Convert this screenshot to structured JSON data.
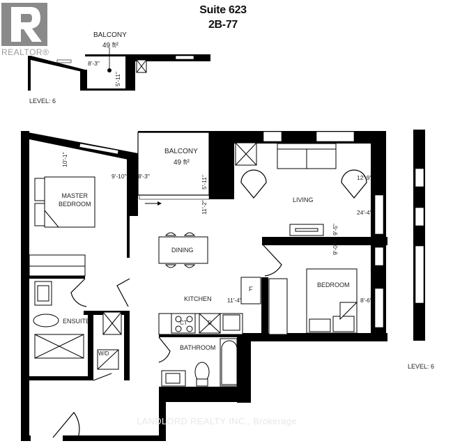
{
  "header": {
    "suite": "Suite 623",
    "unit_type": "2B-77"
  },
  "logo": {
    "name": "REALTOR",
    "text": "REALTOR®"
  },
  "key_plan": {
    "balcony_label": "BALCONY",
    "balcony_area": "49 ft²",
    "dim_width": "8'-3\"",
    "dim_depth": "5'-11\"",
    "level": "LEVEL: 6"
  },
  "floor_plan": {
    "level": "LEVEL: 6",
    "rooms": [
      {
        "id": "balcony",
        "label": "BALCONY",
        "area": "49 ft²"
      },
      {
        "id": "master-bedroom",
        "label": "MASTER\nBEDROOM"
      },
      {
        "id": "living",
        "label": "LIVING"
      },
      {
        "id": "dining",
        "label": "DINING"
      },
      {
        "id": "kitchen",
        "label": "KITCHEN"
      },
      {
        "id": "bedroom",
        "label": "BEDROOM"
      },
      {
        "id": "ensuite",
        "label": "ENSUITE"
      },
      {
        "id": "bathroom",
        "label": "BATHROOM"
      }
    ],
    "fixtures": {
      "laundry": "W/D",
      "fridge": "F",
      "cooktop": "CT",
      "dishwasher": "D"
    },
    "dimensions": {
      "master_length": "10'-1\"",
      "master_width": "9'-10\"",
      "balcony_width": "8'-3\"",
      "balcony_depth": "5'-11\"",
      "living_width": "12'-9\"",
      "living_length": "24'-4\"",
      "living_depth": "11'-2\"",
      "living_depth2": "9'-5\"",
      "bedroom_length": "9'-0\"",
      "bedroom_width": "8'-6\"",
      "kitchen_width": "11'-4\""
    }
  },
  "watermark": "LANDLORD REALTY INC., Brokerage"
}
